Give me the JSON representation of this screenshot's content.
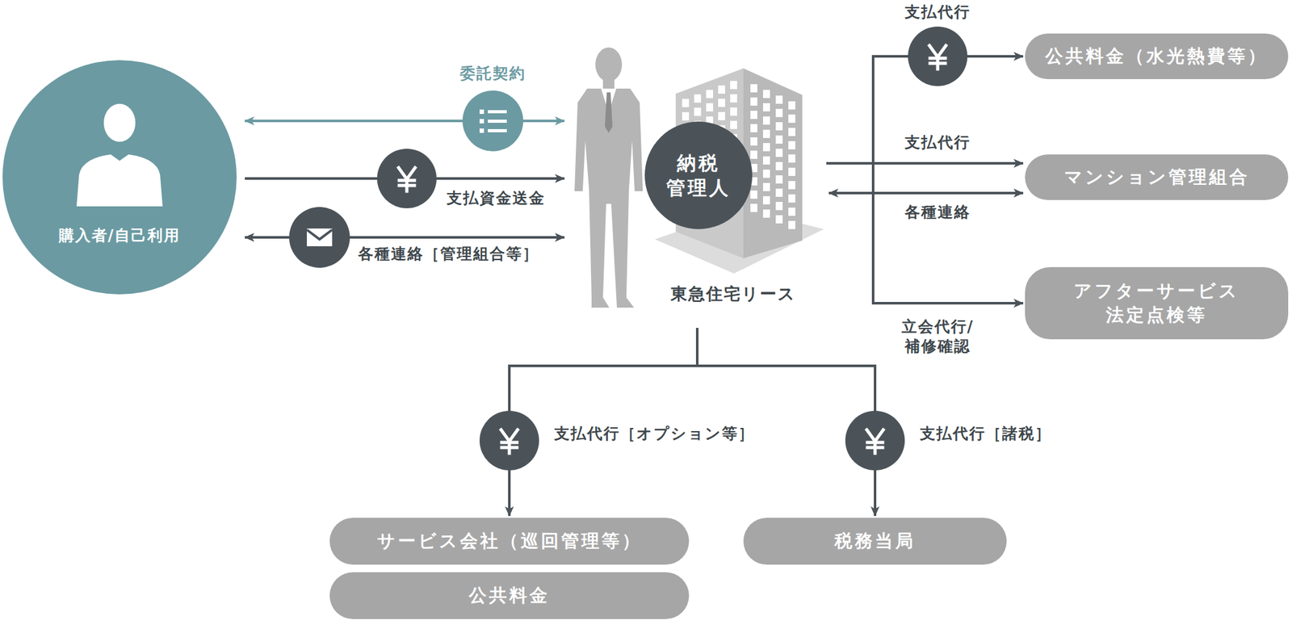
{
  "diagram": {
    "nodes": [
      {
        "text": [
          "購入者/自己利用"
        ]
      },
      {
        "text": [
          "納税 管理人",
          "東急住宅リース"
        ]
      },
      {
        "text": [
          "公共料金（水光熱費等）"
        ]
      },
      {
        "text": [
          "マンション管理組合"
        ]
      },
      {
        "text": [
          "アフターサービス 法定点検等"
        ]
      },
      {
        "text": [
          "サービス会社（巡回管理等）"
        ]
      },
      {
        "text": [
          "公共料金"
        ]
      },
      {
        "text": [
          "税務当局"
        ]
      }
    ],
    "edges": [
      {
        "from": 0,
        "to": 1,
        "arrow": "both",
        "label": "委託契約"
      },
      {
        "from": 0,
        "to": 1,
        "arrow": "to",
        "label": "支払資金送金"
      },
      {
        "from": 0,
        "to": 1,
        "arrow": "both",
        "label": "各種連絡［管理組合等］"
      },
      {
        "from": 1,
        "to": 2,
        "arrow": "to",
        "label": "支払代行"
      },
      {
        "from": 1,
        "to": 3,
        "arrow": "to",
        "label": "支払代行"
      },
      {
        "from": 1,
        "to": 3,
        "arrow": "both",
        "label": "各種連絡"
      },
      {
        "from": 1,
        "to": 4,
        "arrow": "to",
        "label": "立会代行/ 補修確認"
      },
      {
        "from": 1,
        "to": 5,
        "arrow": "to",
        "label": "支払代行［オプション等］"
      },
      {
        "from": 1,
        "to": 7,
        "arrow": "to",
        "label": "支払代行［諸税］"
      }
    ]
  }
}
